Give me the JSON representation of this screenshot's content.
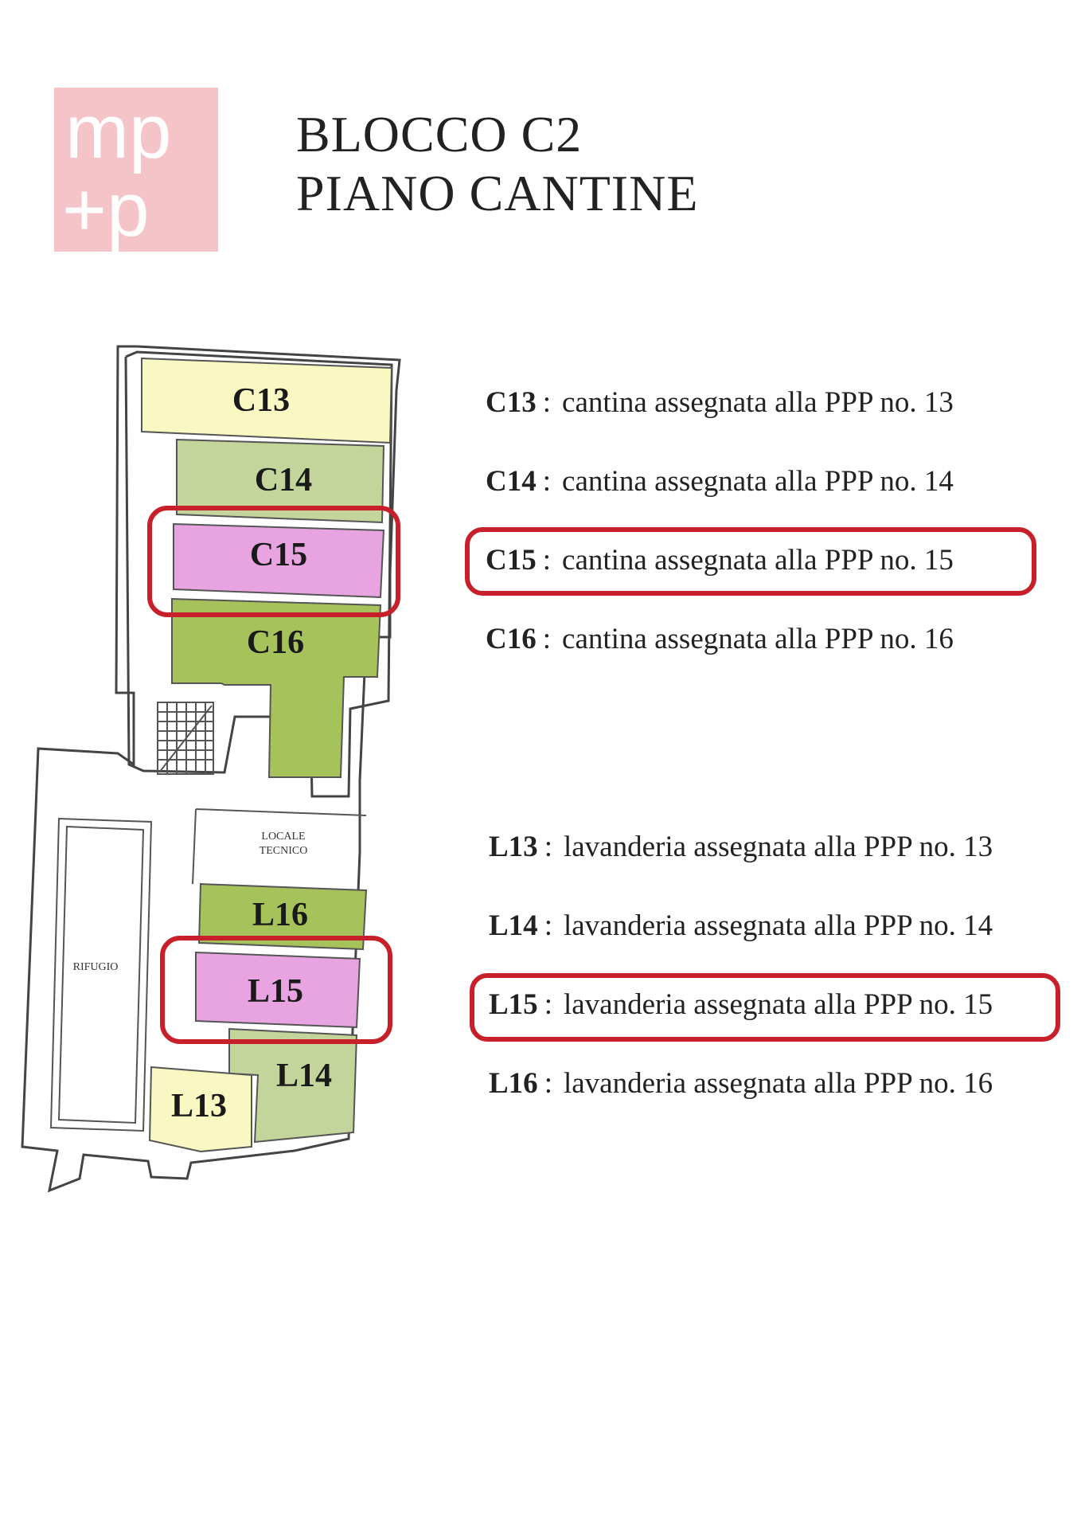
{
  "logo": {
    "line1": "mp",
    "line2": "+p"
  },
  "title": {
    "line1": "BLOCCO C2",
    "line2": "PIANO CANTINE"
  },
  "plan": {
    "rooms": [
      {
        "code": "C13",
        "color": "#f9f7c2"
      },
      {
        "code": "C14",
        "color": "#c3d59a"
      },
      {
        "code": "C15",
        "color": "#e7a4e0"
      },
      {
        "code": "C16",
        "color": "#a6c25a"
      },
      {
        "code": "L16",
        "color": "#a6c25a"
      },
      {
        "code": "L15",
        "color": "#e7a4e0"
      },
      {
        "code": "L14",
        "color": "#c3d59a"
      },
      {
        "code": "L13",
        "color": "#f9f7c2"
      }
    ],
    "locale_line1": "LOCALE",
    "locale_line2": "TECNICO",
    "rifugio": "RIFUGIO"
  },
  "legend": [
    {
      "code": "C13",
      "sep": ":",
      "text": "cantina assegnata alla PPP no. 13"
    },
    {
      "code": "C14",
      "sep": ":",
      "text": "cantina assegnata alla PPP no. 14"
    },
    {
      "code": "C15",
      "sep": ":",
      "text": "cantina assegnata alla PPP no. 15"
    },
    {
      "code": "C16",
      "sep": ":",
      "text": "cantina assegnata alla PPP no. 16"
    },
    {
      "code": "L13",
      "sep": ":",
      "text": "lavanderia assegnata alla PPP no. 13"
    },
    {
      "code": "L14",
      "sep": ":",
      "text": "lavanderia assegnata alla PPP no. 14"
    },
    {
      "code": "L15",
      "sep": ":",
      "text": "lavanderia assegnata alla PPP no. 15"
    },
    {
      "code": "L16",
      "sep": ":",
      "text": "lavanderia assegnata alla PPP no. 16"
    }
  ],
  "highlight_color": "#c8202b"
}
